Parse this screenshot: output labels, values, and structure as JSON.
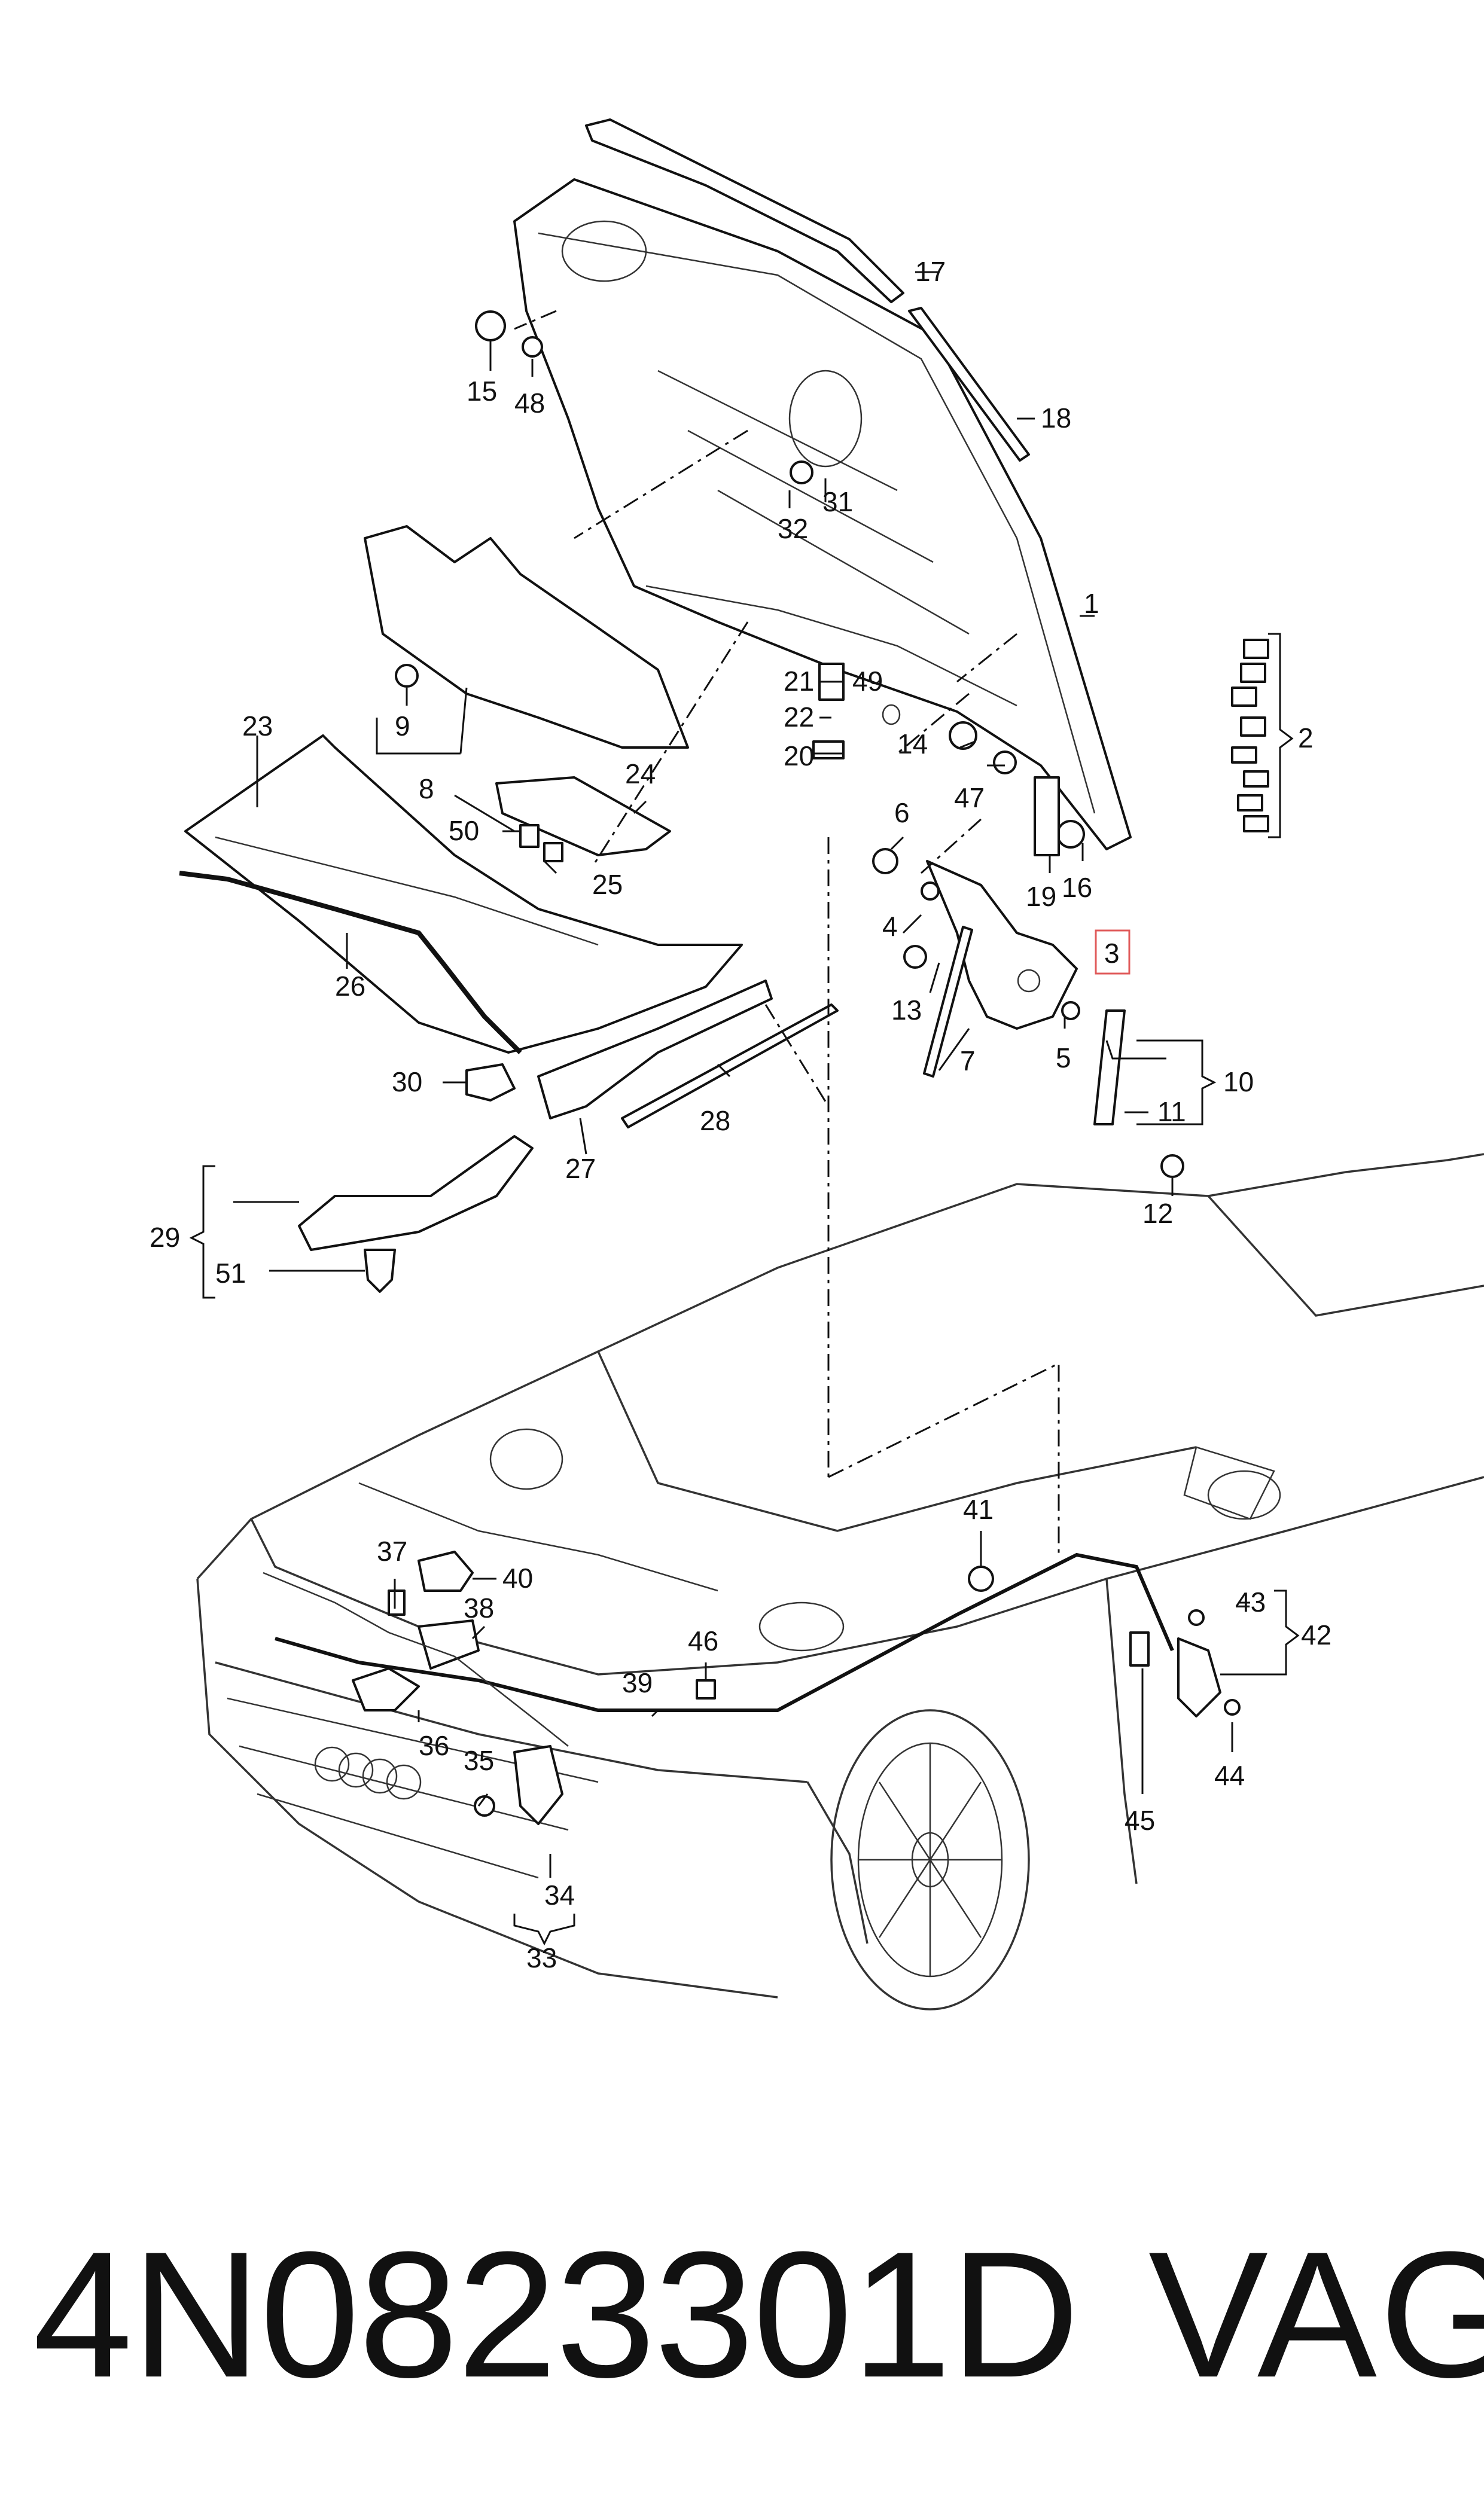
{
  "callouts": [
    "1",
    "2",
    "3",
    "4",
    "5",
    "6",
    "7",
    "8",
    "9",
    "10",
    "11",
    "12",
    "13",
    "14",
    "15",
    "16",
    "17",
    "18",
    "19",
    "20",
    "21",
    "22",
    "23",
    "24",
    "25",
    "26",
    "27",
    "28",
    "29",
    "30",
    "31",
    "32",
    "33",
    "34",
    "35",
    "36",
    "37",
    "38",
    "39",
    "40",
    "41",
    "42",
    "43",
    "44",
    "45",
    "46",
    "47",
    "48",
    "49",
    "50",
    "51"
  ],
  "highlighted_callout": "3",
  "highlight_color": "#e05a5a",
  "footer": {
    "part_number": "4N0823301D",
    "brand": "VAG"
  }
}
